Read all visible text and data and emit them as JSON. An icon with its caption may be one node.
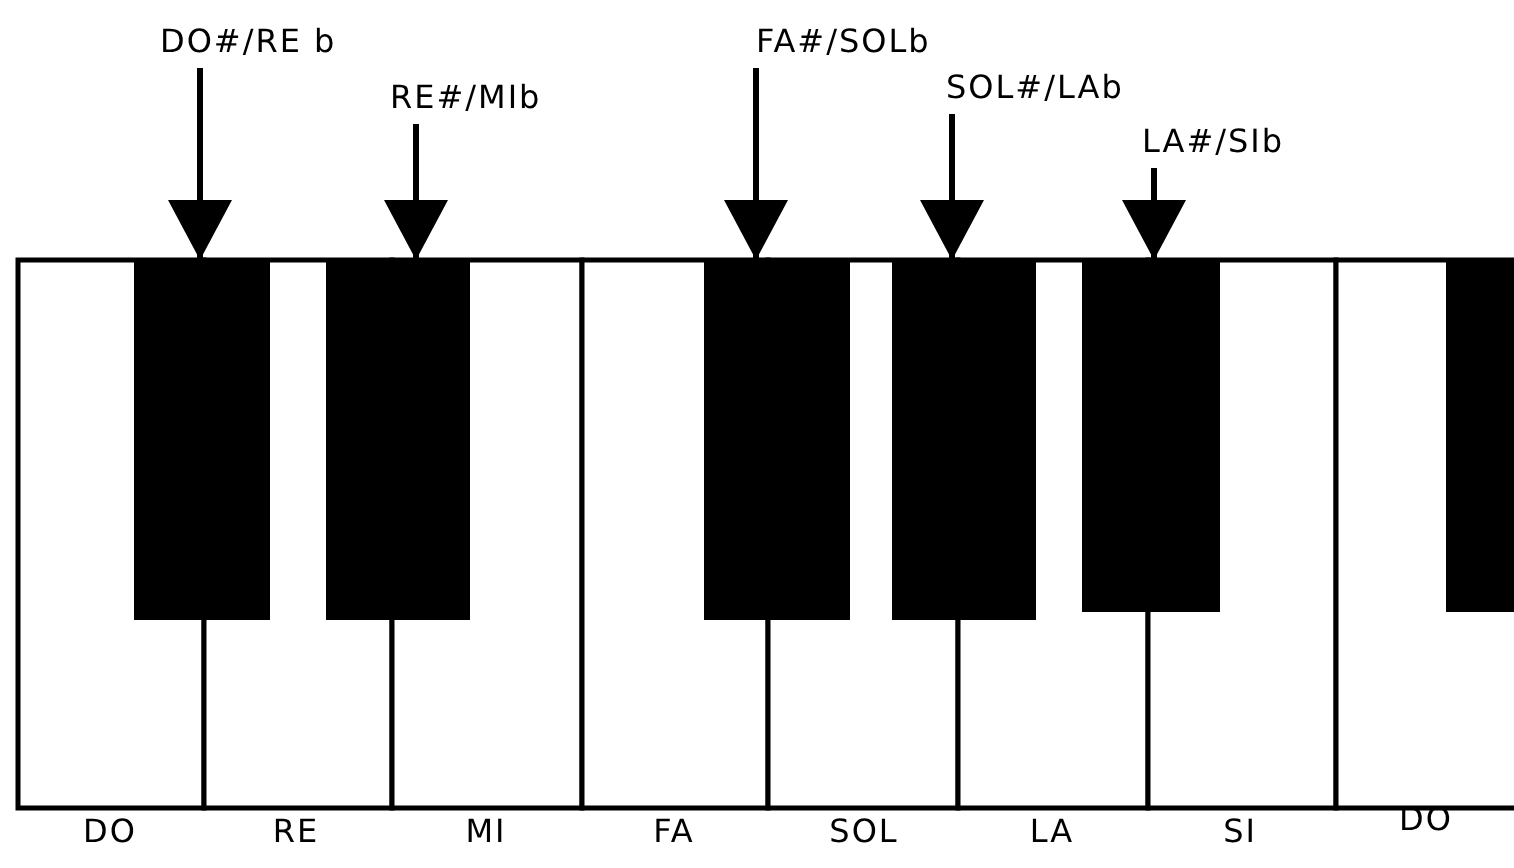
{
  "diagram": {
    "nodes": [
      {
        "text": [
          "DO#/RE b"
        ]
      },
      {
        "text": [
          "RE#/MIb"
        ]
      },
      {
        "text": [
          "FA#/SOLb"
        ]
      },
      {
        "text": [
          "SOL#/LAb"
        ]
      },
      {
        "text": [
          "LA#/SIb"
        ]
      },
      {
        "text": [],
        "shape": "box"
      },
      {
        "text": [],
        "shape": "box"
      },
      {
        "text": [],
        "shape": "box"
      },
      {
        "text": [],
        "shape": "box"
      },
      {
        "text": [],
        "shape": "box"
      },
      {
        "text": [],
        "shape": "box"
      }
    ],
    "edges": [
      {
        "from": 0,
        "to": 5,
        "arrow": "to"
      },
      {
        "from": 1,
        "to": 6,
        "arrow": "to"
      },
      {
        "from": 2,
        "to": 7,
        "arrow": "to"
      },
      {
        "from": 3,
        "to": 8,
        "arrow": "to"
      },
      {
        "from": 4,
        "to": 9,
        "arrow": "to"
      }
    ],
    "labels": [
      "DO",
      "RE",
      "MI",
      "FA",
      "SOL",
      "LA",
      "SI",
      "DO"
    ]
  }
}
